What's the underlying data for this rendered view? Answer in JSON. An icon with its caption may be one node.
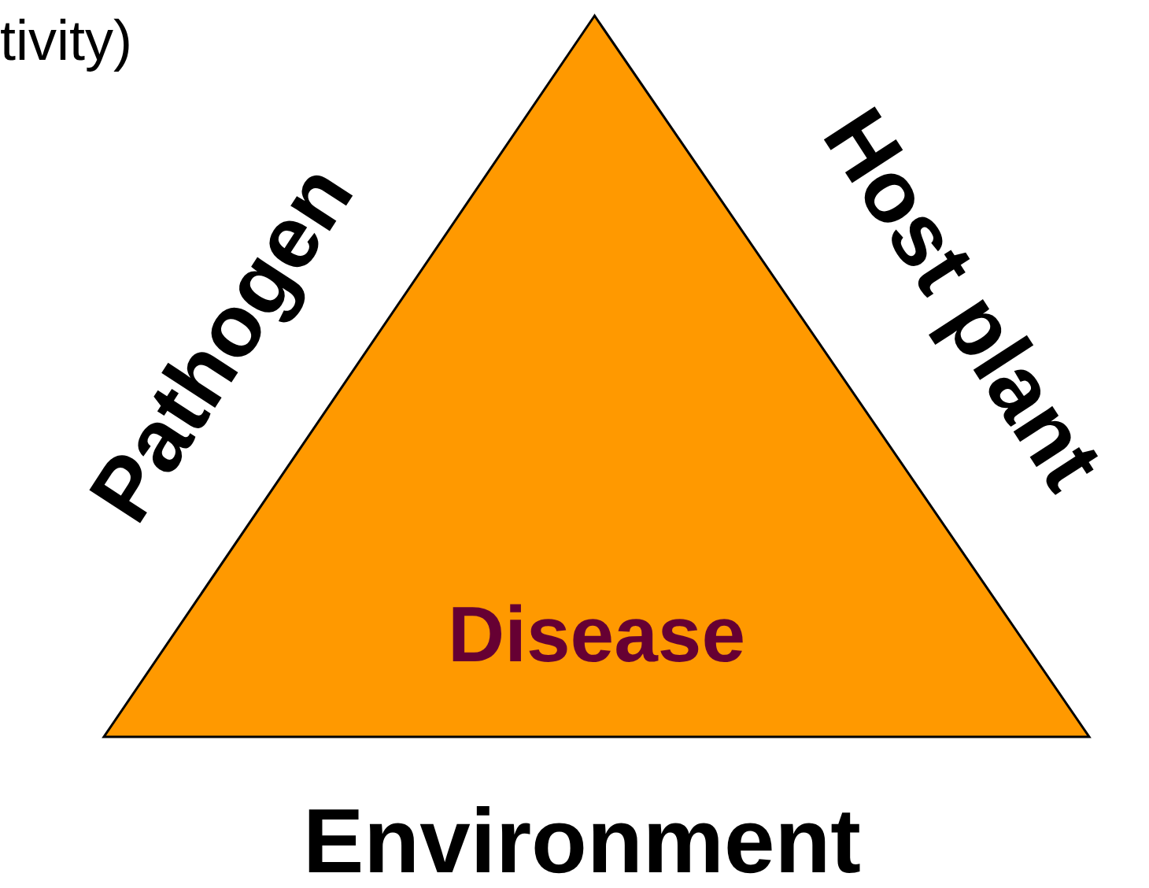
{
  "diagram": {
    "nodes": [
      {
        "text": [
          "Disease"
        ]
      }
    ],
    "labels": [
      "tivity)",
      "Pathogen",
      "Host plant",
      "Environment"
    ]
  }
}
